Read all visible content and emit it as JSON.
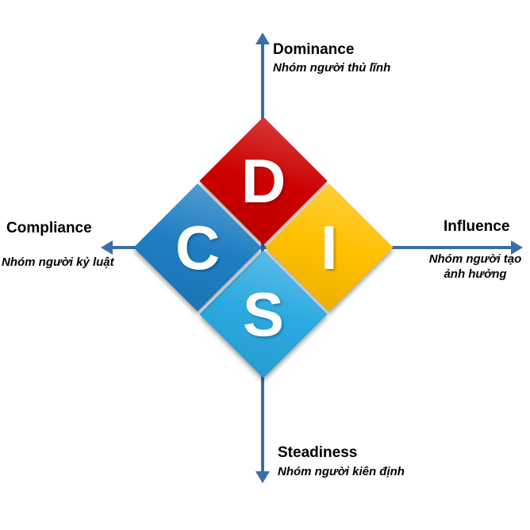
{
  "colors": {
    "axis": "#3A6EA5"
  },
  "quadrants": [
    {
      "letter": "D",
      "title": "Dominance",
      "subtitle": "Nhóm người thủ lĩnh",
      "color": "#CC0000"
    },
    {
      "letter": "I",
      "title": "Influence",
      "subtitle": "Nhóm người tạo ảnh hưởng",
      "color": "#FFC000"
    },
    {
      "letter": "S",
      "title": "Steadiness",
      "subtitle": "Nhóm người kiên định",
      "color": "#2BA9E0"
    },
    {
      "letter": "C",
      "title": "Compliance",
      "subtitle": "Nhóm người kỷ luật",
      "color": "#1E7EC2"
    }
  ]
}
